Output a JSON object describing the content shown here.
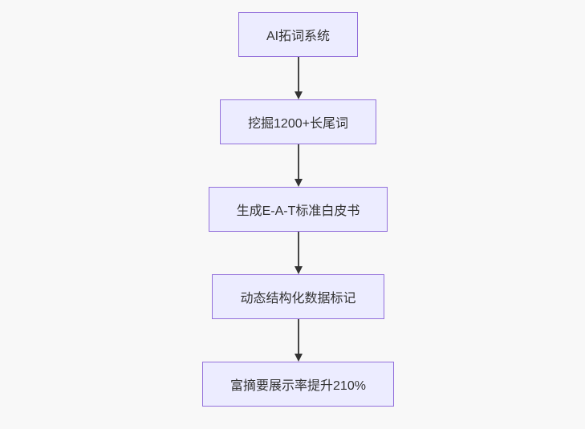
{
  "flowchart": {
    "direction": "top-down",
    "nodes": [
      {
        "label": "AI拓词系统"
      },
      {
        "label": "挖掘1200+长尾词"
      },
      {
        "label": "生成E-A-T标准白皮书"
      },
      {
        "label": "动态结构化数据标记"
      },
      {
        "label": "富摘要展示率提升210%"
      }
    ],
    "connector": "arrow-down"
  },
  "colors": {
    "background": "#f8f8f8",
    "node_fill": "#ececff",
    "node_border": "#9370db",
    "arrow": "#333333",
    "text": "#333333"
  }
}
